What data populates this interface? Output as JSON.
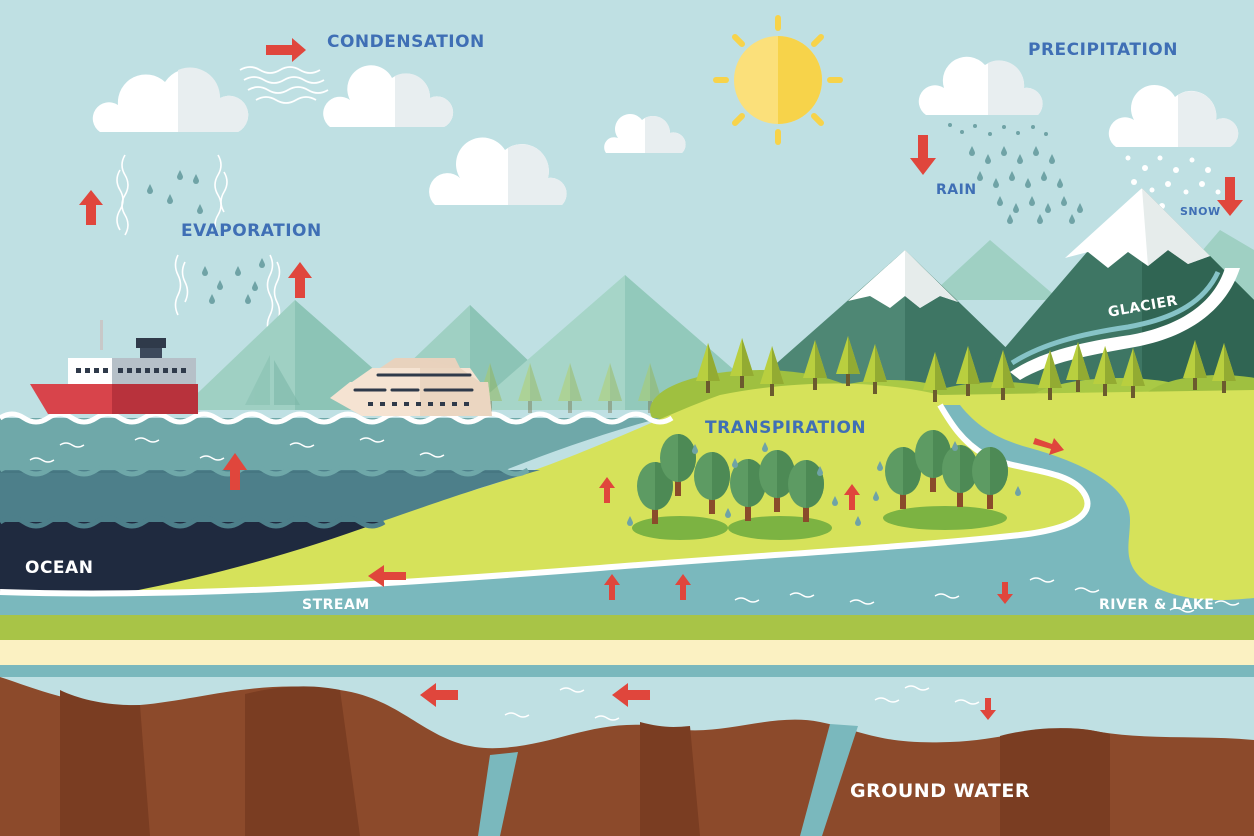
{
  "labels": {
    "condensation": "CONDENSATION",
    "precipitation": "PRECIPITATION",
    "evaporation": "EVAPORATION",
    "rain": "RAIN",
    "snow": "SNOW",
    "glacier": "GLACIER",
    "transpiration": "TRANSPIRATION",
    "ocean": "OCEAN",
    "stream": "STREAM",
    "river_lake": "RIVER & LAKE",
    "ground_water": "GROUND WATER"
  },
  "colors": {
    "sky": "#bfe0e3",
    "label_blue": "#3f6fb5",
    "arrow_red": "#e0463c",
    "sun": "#f7d34a",
    "water": "#7ab8bd",
    "ocean_deep": "#1f2a3f",
    "grass": "#d6e25a",
    "soil": "#8c4a2b"
  },
  "icons": [
    "sun-icon",
    "cloud-icon",
    "rain-icon",
    "snow-icon",
    "ship-icon",
    "yacht-icon",
    "tree-icon",
    "arrow-icon"
  ]
}
